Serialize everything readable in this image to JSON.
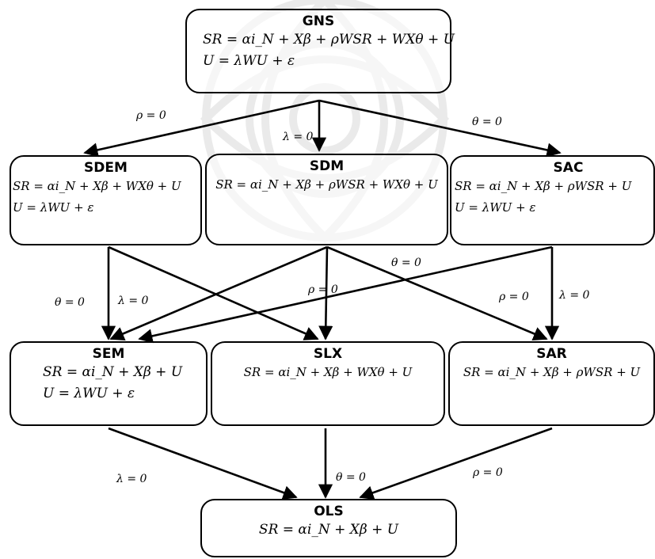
{
  "nodes": {
    "gns": {
      "title": "GNS",
      "eq1": "SR = αi_N + Xβ + ρWSR + WXθ + U",
      "eq2": "U = λWU + ε"
    },
    "sdem": {
      "title": "SDEM",
      "eq1": "SR = αi_N + Xβ + WXθ + U",
      "eq2": "U = λWU + ε"
    },
    "sdm": {
      "title": "SDM",
      "eq1": "SR = αi_N + Xβ + ρWSR + WXθ + U"
    },
    "sac": {
      "title": "SAC",
      "eq1": "SR = αi_N + Xβ + ρWSR + U",
      "eq2": "U = λWU + ε"
    },
    "sem": {
      "title": "SEM",
      "eq1": "SR = αi_N + Xβ + U",
      "eq2": "U = λWU + ε"
    },
    "slx": {
      "title": "SLX",
      "eq1": "SR = αi_N + Xβ + WXθ + U"
    },
    "sar": {
      "title": "SAR",
      "eq1": "SR = αi_N + Xβ + ρWSR + U"
    },
    "ols": {
      "title": "OLS",
      "eq1": "SR = αi_N + Xβ + U"
    }
  },
  "edge_labels": {
    "gns_sdem": "ρ = 0",
    "gns_sdm": "λ = 0",
    "gns_sac": "θ = 0",
    "sdem_sem": "θ = 0",
    "sdem_slx": "λ = 0",
    "sdm_slx": "ρ = 0",
    "sdm_sar": "θ = 0",
    "sac_sar_rho": "ρ = 0",
    "sac_sar_lam": "λ = 0",
    "sem_ols": "λ = 0",
    "slx_ols": "θ = 0",
    "sar_ols": "ρ = 0"
  }
}
